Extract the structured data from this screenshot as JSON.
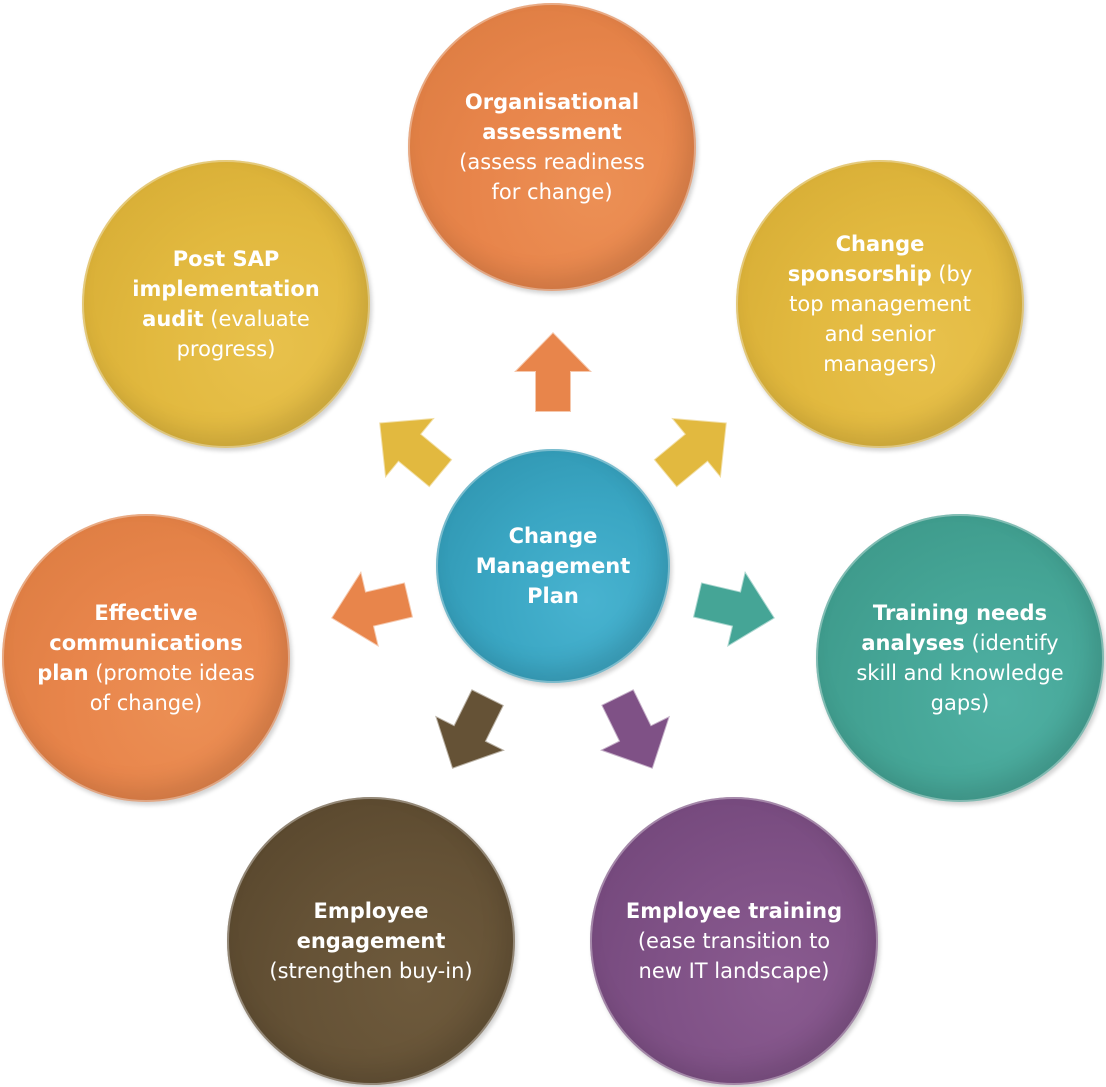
{
  "center": {
    "title": "Change Management Plan",
    "color": "#36a3c2"
  },
  "nodes": [
    {
      "id": "organisational-assessment",
      "bold": "Organisational assessment",
      "rest": "(assess readiness for change)",
      "color": "#e8854b"
    },
    {
      "id": "change-sponsorship",
      "bold": "Change sponsorship",
      "rest": "(by top management and senior managers)",
      "color": "#e2b93f"
    },
    {
      "id": "training-needs-analyses",
      "bold": "Training needs analyses",
      "rest": "(identify skill and knowledge gaps)",
      "color": "#45a596"
    },
    {
      "id": "employee-training",
      "bold": "Employee training",
      "rest": "(ease transition to new IT landscape)",
      "color": "#7f5186"
    },
    {
      "id": "employee-engagement",
      "bold": "Employee engagement",
      "rest": "(strengthen buy-in)",
      "color": "#655236"
    },
    {
      "id": "effective-communications-plan",
      "bold": "Effective communications plan",
      "rest": "(promote ideas of change)",
      "color": "#e8854b"
    },
    {
      "id": "post-sap-implementation-audit",
      "bold": "Post SAP implementation audit",
      "rest": "(evaluate progress)",
      "color": "#e2b93f"
    }
  ],
  "arrows": [
    {
      "to": "organisational-assessment",
      "color": "#e8854b"
    },
    {
      "to": "change-sponsorship",
      "color": "#e2b93f"
    },
    {
      "to": "training-needs-analyses",
      "color": "#45a596"
    },
    {
      "to": "employee-training",
      "color": "#7f5186"
    },
    {
      "to": "employee-engagement",
      "color": "#655236"
    },
    {
      "to": "effective-communications-plan",
      "color": "#e8854b"
    },
    {
      "to": "post-sap-implementation-audit",
      "color": "#e2b93f"
    }
  ]
}
